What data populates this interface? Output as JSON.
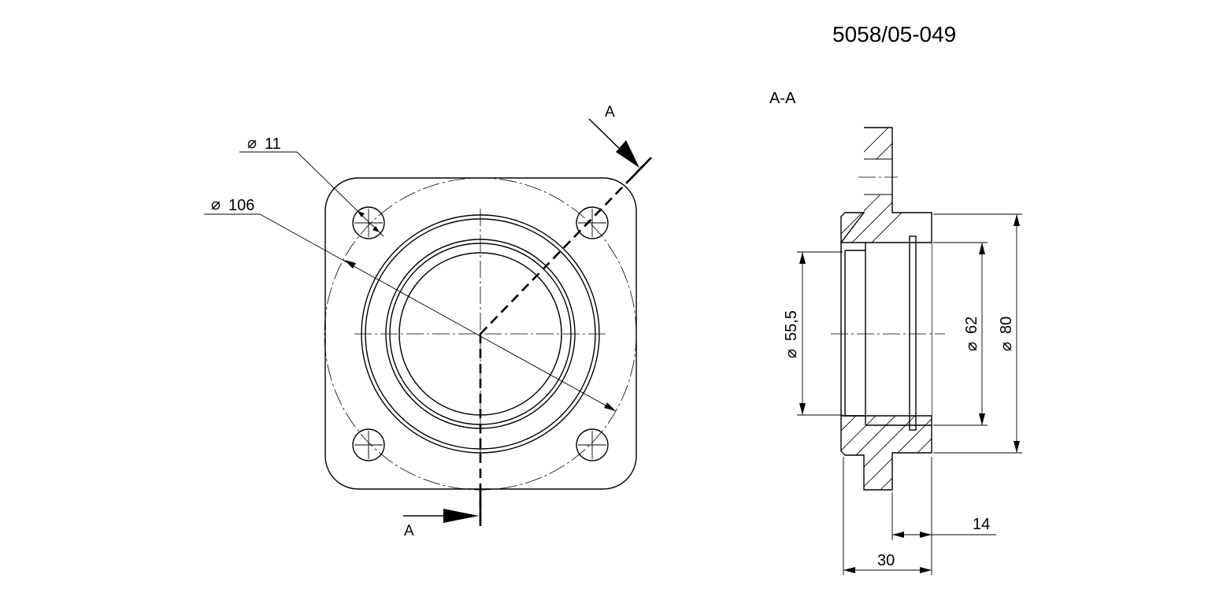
{
  "drawing_number": "5058/05-049",
  "section_title": "A-A",
  "cut_plane": {
    "label_top": "A",
    "label_bottom": "A"
  },
  "front_view": {
    "dimensions": {
      "hole_diameter": "11",
      "bolt_circle_diameter": "106"
    }
  },
  "section_view": {
    "dimensions": {
      "bore_diameter": "55,5",
      "groove_diameter": "62",
      "outer_diameter": "80",
      "flange_offset": "14",
      "overall_length": "30"
    }
  },
  "symbols": {
    "diameter": "⌀"
  }
}
